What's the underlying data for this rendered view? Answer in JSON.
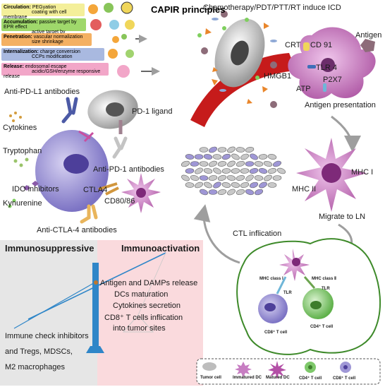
{
  "capir": {
    "title": "CAPIR principles",
    "rows": [
      {
        "label": "Circulation:",
        "line1": "PEGyation",
        "line2": "coating with cell membrane",
        "color": "#f4ef9a"
      },
      {
        "label": "Accumulation:",
        "line1": "passive target by EPR effect",
        "line2": "active target by antibodies/aptamer",
        "color": "#9fd86b"
      },
      {
        "label": "Penetration:",
        "line1": "vascular normalization",
        "line2": "size shrinkage",
        "color": "#f4b063"
      },
      {
        "label": "Internalization:",
        "line1": "charge conversion",
        "line2": "CCPs modification",
        "color": "#a9b9e0"
      },
      {
        "label": "Release:",
        "line1": "endosomal escape",
        "line2": "acidic/GSH/enzyme responsive release",
        "color": "#f2a6c8"
      }
    ]
  },
  "labels": {
    "chemo_title": "Chemotherapy/PDT/PTT/RT induce ICD",
    "crt": "CRT",
    "cd91": "CD 91",
    "antigen": "Antigen",
    "tlr4": "TLR 4",
    "hmgb1": "HMGB1",
    "atp": "ATP",
    "p2x7": "P2X7",
    "antigen_presentation": "Antigen presentation",
    "anti_pdl1": "Anti-PD-L1 antibodies",
    "pd1_ligand": "PD-1 ligand",
    "cytokines": "Cytokines",
    "tryptophan": "Tryptophan",
    "anti_pd1": "Anti-PD-1 antibodies",
    "ctla4": "CTLA4",
    "cd80": "CD80/86",
    "ido": "IDO inhibitors",
    "kynurenine": "Kynurenine",
    "anti_ctla4": "Anti-CTLA-4 antibodies",
    "mhc2": "MHC II",
    "mhc1": "MHC I",
    "migrate": "Migrate to LN",
    "ctl": "CTL inflication",
    "mhc_class1": "MHC class Ⅰ",
    "mhc_class2": "MHC class Ⅱ",
    "tlr_a": "TLR",
    "tlr_b": "TLR",
    "cd8_t": "CD8⁺ T cell",
    "cd4_t": "CD4⁺ T cell"
  },
  "balance": {
    "left_title": "Immunosuppressive",
    "right_title": "Immunoactivation",
    "left_items": [
      "Immune check inhibitors",
      "and Tregs, MDSCs,",
      "M2 macrophages"
    ],
    "right_items": [
      "Antigen and DAMPs release",
      "DCs maturation",
      "Cytokines secretion",
      "CD8⁺ T cells inflication",
      "into tumor sites"
    ]
  },
  "legend": [
    {
      "label": "Tumor cell",
      "color": "#bdbdbd"
    },
    {
      "label": "Immatured DC",
      "color": "#c77dc2"
    },
    {
      "label": "Matured DC",
      "color": "#b34fa6"
    },
    {
      "label": "CD4⁺ T cell",
      "color": "#7ec86a"
    },
    {
      "label": "CD8⁺ T cell",
      "color": "#9f97d6"
    }
  ],
  "colors": {
    "tcell": "#9f97d6",
    "tumor": "#c8c8c8",
    "dc": "#c77dc2",
    "green": "#7ec86a",
    "left_panel": "#e6e6e6",
    "right_panel": "#fadadd",
    "beam": "#2f86c8"
  }
}
